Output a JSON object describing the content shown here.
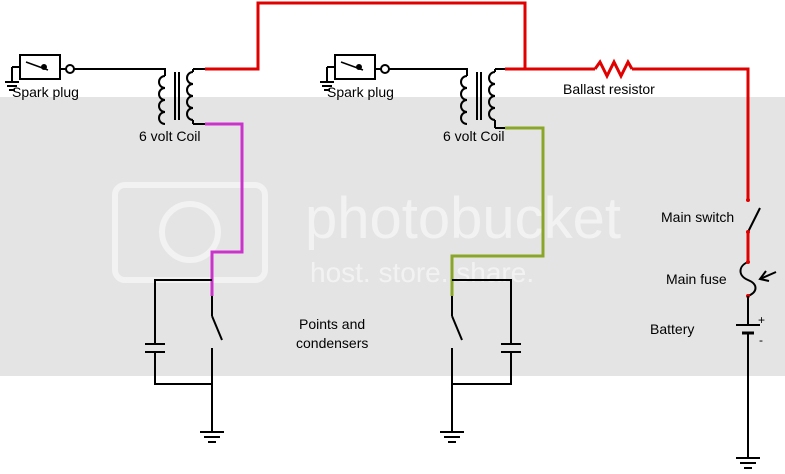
{
  "labels": {
    "spark_plug_left": "Spark plug",
    "spark_plug_right": "Spark plug",
    "coil_left": "6 volt Coil",
    "coil_right": "6 volt Coil",
    "ballast_resistor": "Ballast resistor",
    "main_switch": "Main switch",
    "main_fuse": "Main fuse",
    "battery": "Battery",
    "points_line1": "Points and",
    "points_line2": "condensers"
  },
  "watermark": {
    "line1": "photobucket",
    "line2": "host. store. share."
  },
  "colors": {
    "supply_wire": "#e00000",
    "left_points_wire": "#cc33cc",
    "right_points_wire": "#8aa629",
    "ground_wire": "#000000",
    "background_band": "#e4e4e4"
  }
}
